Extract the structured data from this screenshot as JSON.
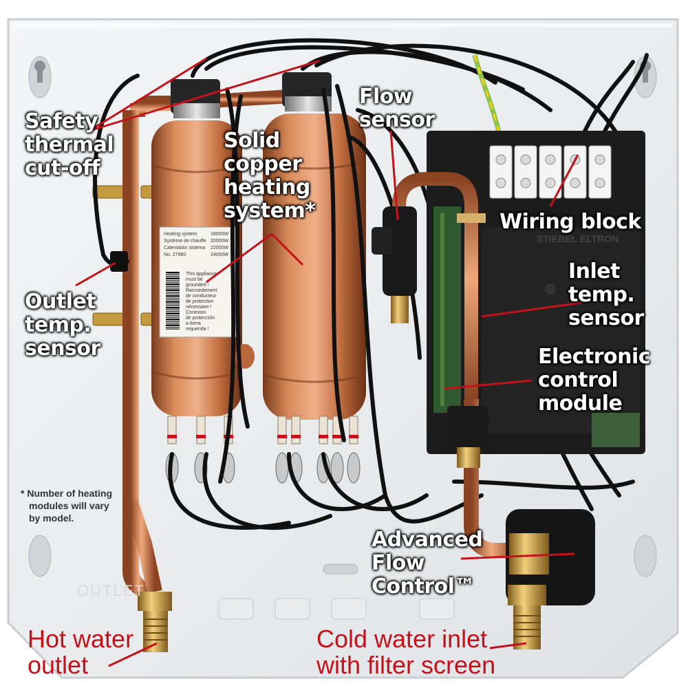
{
  "labels": {
    "safety": [
      "Safety",
      "thermal",
      "cut-off"
    ],
    "copper": [
      "Solid",
      "copper",
      "heating",
      "system*"
    ],
    "flow": [
      "Flow",
      "sensor"
    ],
    "wiring": [
      "Wiring block"
    ],
    "inlet_temp": [
      "Inlet",
      "temp.",
      "sensor"
    ],
    "ecm": [
      "Electronic",
      "control",
      "module"
    ],
    "outlet_temp": [
      "Outlet",
      "temp.",
      "sensor"
    ],
    "afc": [
      "Advanced",
      "Flow",
      "Control™"
    ],
    "hot": [
      "Hot water",
      "outlet"
    ],
    "cold": [
      "Cold water inlet",
      "with filter screen"
    ]
  },
  "footnote": [
    "* Number of heating",
    "modules will vary",
    "by model."
  ],
  "embossed": "OUTLET",
  "sticker": {
    "lines": [
      "Heating system",
      "Système de chauffe",
      "Calentador sistema",
      "No. 27960"
    ],
    "watts": [
      "18000W",
      "20000W",
      "22000W",
      "24000W"
    ],
    "notice": [
      "This appliance",
      "must be",
      "grounded !",
      "Raccordement",
      "de conducteur",
      "de protection",
      "nécessaire !",
      "Conexion",
      "de protección",
      "a tierra",
      "requerida !"
    ]
  },
  "colors": {
    "callout_red": "#c4111a",
    "copper": "#c8784a",
    "panel": "#eceef0",
    "module": "#1c1c1c"
  }
}
